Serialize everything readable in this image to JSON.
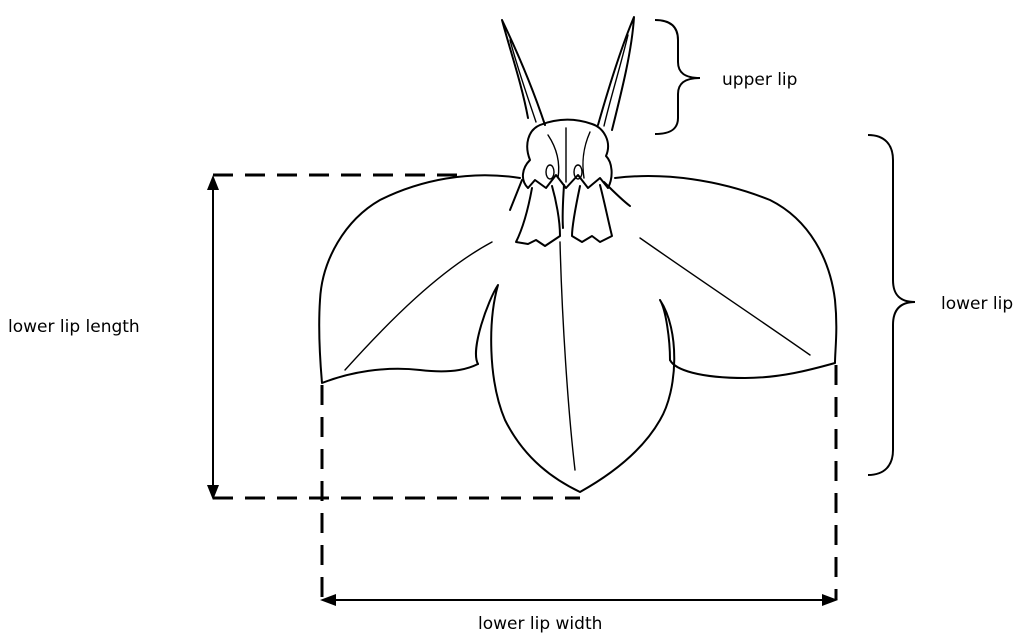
{
  "labels": {
    "upper_lip": "upper lip",
    "lower_lip": "lower lip",
    "lower_lip_length": "lower lip length",
    "lower_lip_width": "lower lip width"
  },
  "colors": {
    "line": "#000000",
    "background": "#ffffff"
  }
}
